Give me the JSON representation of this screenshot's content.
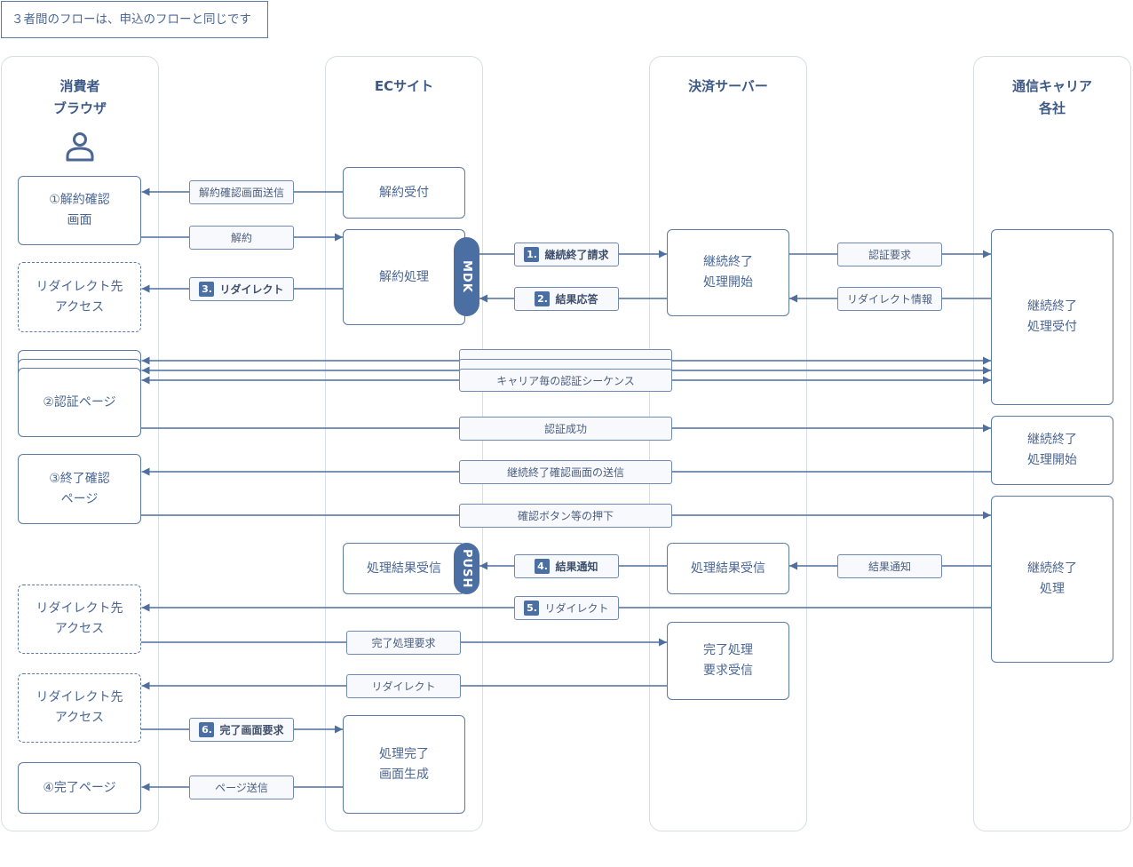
{
  "note": "３者間のフローは、申込のフローと同じです",
  "colors": {
    "line": "#4f6f9e",
    "box_border": "#5b7aa6",
    "box_text": "#4a6794",
    "header_text": "#3d5a87",
    "lane_border": "#d8dde6",
    "label_border": "#7089b2",
    "label_bg": "#f7f9fc",
    "label_text": "#4c5f7e",
    "badge": "#4b6ea3"
  },
  "lanes": {
    "browser": {
      "title": [
        "消費者",
        "ブラウザ"
      ],
      "icon": "person-icon",
      "cancel_confirm": [
        "①解約確認",
        "画面"
      ],
      "redirect_access_1": [
        "リダイレクト先",
        "アクセス"
      ],
      "auth_page": "②認証ページ",
      "end_confirm": [
        "③終了確認",
        "ページ"
      ],
      "redirect_access_2": [
        "リダイレクト先",
        "アクセス"
      ],
      "redirect_access_3": [
        "リダイレクト先",
        "アクセス"
      ],
      "complete_page": "④完了ページ"
    },
    "ec_site": {
      "title": [
        "ECサイト"
      ],
      "cancel_receive": "解約受付",
      "cancel_process": "解約処理",
      "mdk": "MDK",
      "result_receive": "処理結果受信",
      "push": "PUSH",
      "complete_screen": [
        "処理完了",
        "画面生成"
      ]
    },
    "payment_server": {
      "title": [
        "決済サーバー"
      ],
      "process_start": [
        "継続終了",
        "処理開始"
      ],
      "result_receive": "処理結果受信",
      "complete_request_receive": [
        "完了処理",
        "要求受信"
      ]
    },
    "carrier": {
      "title": [
        "通信キャリア",
        "各社"
      ],
      "process_accept": [
        "継続終了",
        "処理受付"
      ],
      "process_start": [
        "継続終了",
        "処理開始"
      ],
      "process": [
        "継続終了",
        "処理"
      ]
    }
  },
  "messages": [
    {
      "label": "解約確認画面送信"
    },
    {
      "label": "解約"
    },
    {
      "step": "1.",
      "label": "継続終了請求"
    },
    {
      "label": "認証要求"
    },
    {
      "step": "3.",
      "label": "リダイレクト"
    },
    {
      "step": "2.",
      "label": "結果応答"
    },
    {
      "label": "リダイレクト情報"
    },
    {
      "label": "キャリア毎の認証シーケンス"
    },
    {
      "label": "認証成功"
    },
    {
      "label": "継続終了確認画面の送信"
    },
    {
      "label": "確認ボタン等の押下"
    },
    {
      "step": "4.",
      "label": "結果通知"
    },
    {
      "label": "結果通知"
    },
    {
      "step": "5.",
      "label": "リダイレクト"
    },
    {
      "label": "完了処理要求"
    },
    {
      "label": "リダイレクト"
    },
    {
      "step": "6.",
      "label": "完了画面要求"
    },
    {
      "label": "ページ送信"
    }
  ]
}
